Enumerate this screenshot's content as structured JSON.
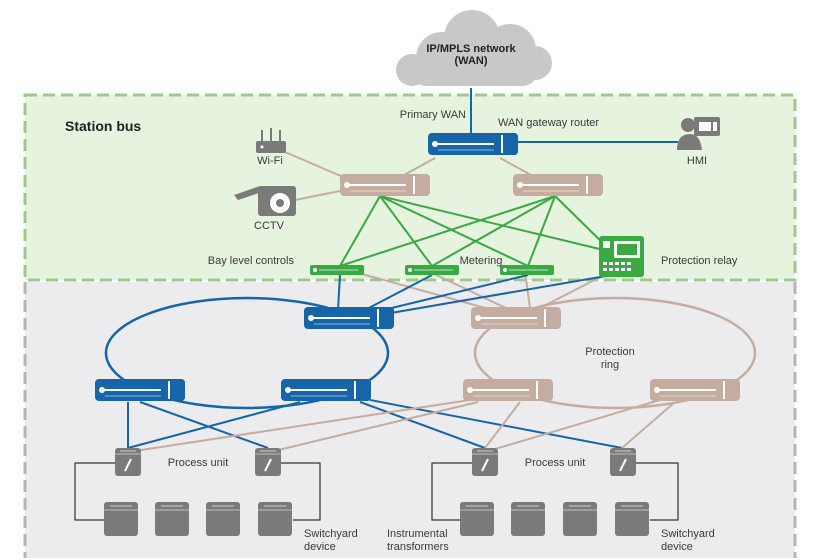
{
  "wan": {
    "line1": "IP/MPLS network",
    "line2": "(WAN)"
  },
  "station_bus": {
    "title": "Station bus"
  },
  "labels": {
    "primary_wan": "Primary WAN",
    "wan_gateway_router": "WAN gateway router",
    "hmi": "HMI",
    "wifi": "Wi-Fi",
    "cctv": "CCTV",
    "bay_level_controls": "Bay level controls",
    "metering": "Metering",
    "protection_relay": "Protection relay",
    "protection_ring_1": "Protection",
    "protection_ring_2": "ring",
    "process_unit_left": "Process unit",
    "process_unit_right": "Process unit",
    "switchyard_left_1": "Switchyard",
    "switchyard_left_2": "device",
    "instrumental_1": "Instrumental",
    "instrumental_2": "transformers",
    "switchyard_right_1": "Switchyard",
    "switchyard_right_2": "device"
  },
  "colors": {
    "blue": "#1565a8",
    "tan": "#c4ada0",
    "green": "#3aa843",
    "station_bg": "#e6f3df",
    "station_border": "#9cc98d",
    "process_bg": "#ececee",
    "cloud": "#c8c8c8",
    "device_dark": "#7a7a7a"
  }
}
